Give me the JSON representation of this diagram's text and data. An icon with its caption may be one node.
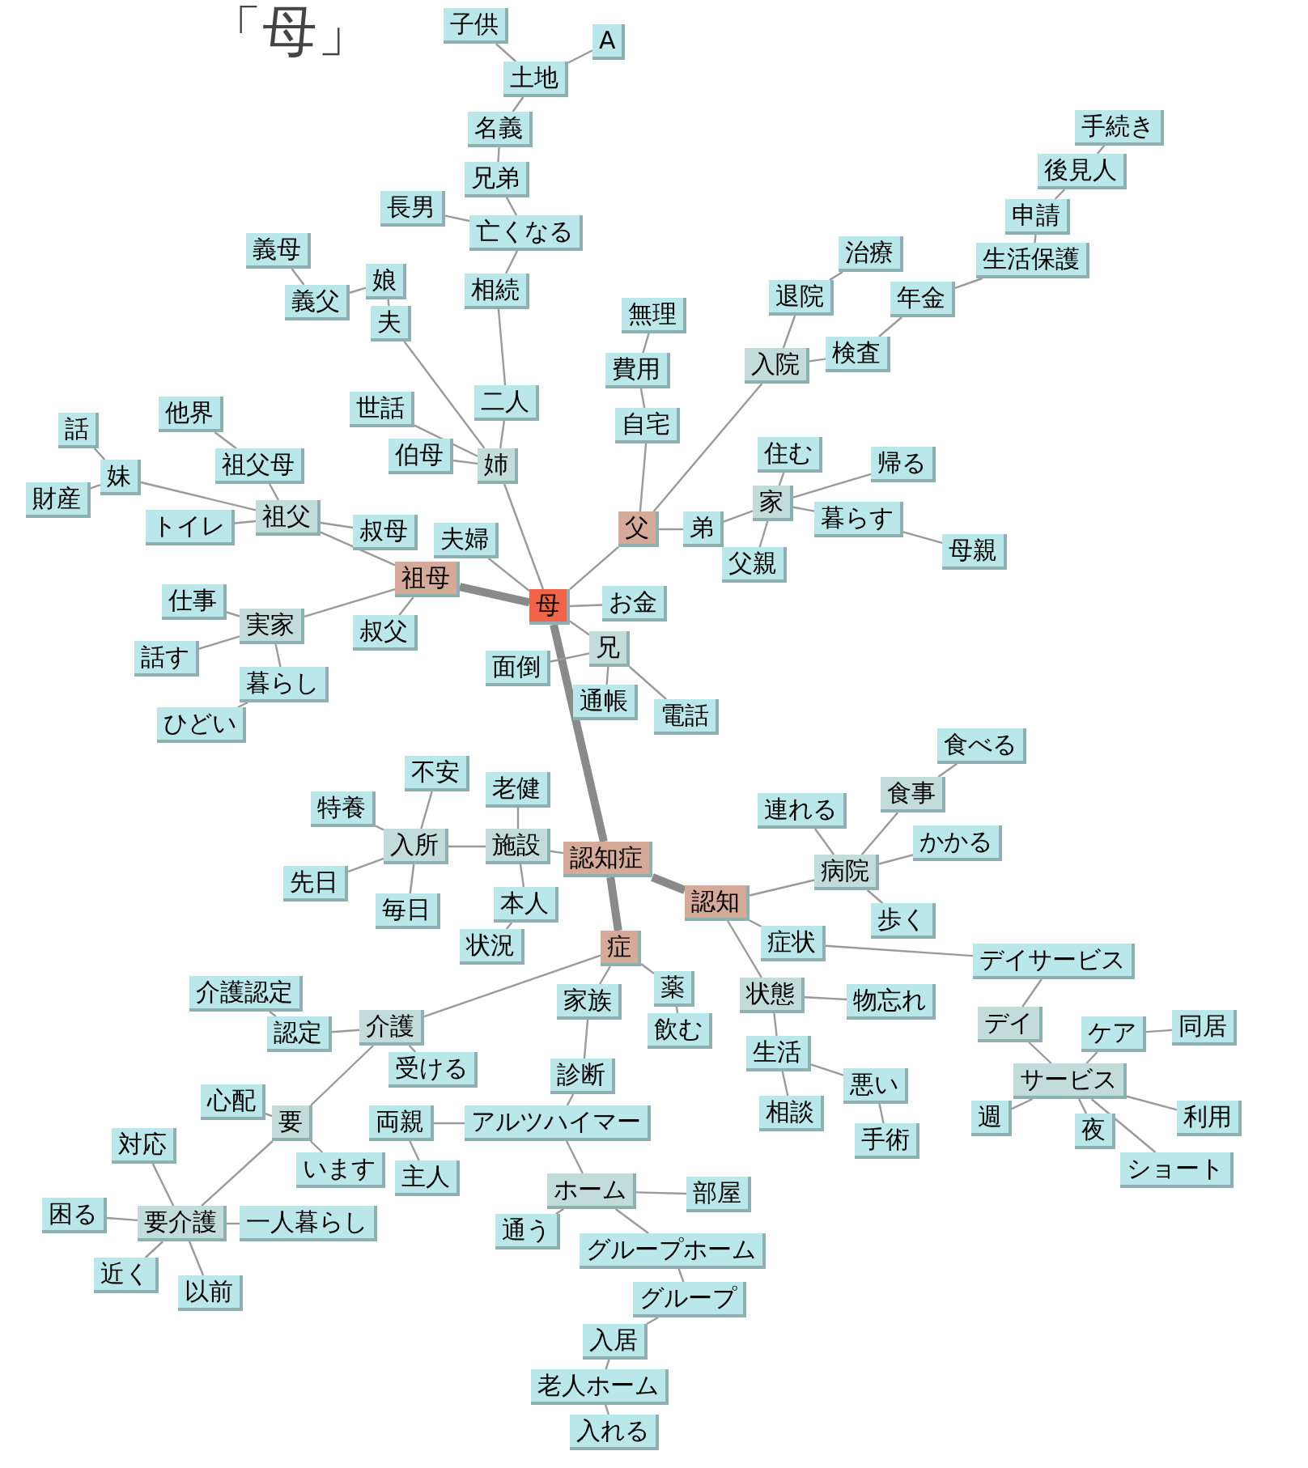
{
  "diagram": {
    "title": "「母」",
    "nodes": [
      {
        "text": [
          "子供"
        ]
      },
      {
        "text": [
          "A"
        ]
      },
      {
        "text": [
          "土地"
        ]
      },
      {
        "text": [
          "名義"
        ]
      },
      {
        "text": [
          "兄弟"
        ]
      },
      {
        "text": [
          "長男"
        ]
      },
      {
        "text": [
          "亡くなる"
        ]
      },
      {
        "text": [
          "義母"
        ]
      },
      {
        "text": [
          "義父"
        ]
      },
      {
        "text": [
          "娘"
        ]
      },
      {
        "text": [
          "夫"
        ]
      },
      {
        "text": [
          "相続"
        ]
      },
      {
        "text": [
          "二人"
        ]
      },
      {
        "text": [
          "世話"
        ]
      },
      {
        "text": [
          "伯母"
        ]
      },
      {
        "text": [
          "姉"
        ]
      },
      {
        "text": [
          "他界"
        ]
      },
      {
        "text": [
          "話"
        ]
      },
      {
        "text": [
          "妹"
        ]
      },
      {
        "text": [
          "財産"
        ]
      },
      {
        "text": [
          "祖父母"
        ]
      },
      {
        "text": [
          "トイレ"
        ]
      },
      {
        "text": [
          "祖父"
        ]
      },
      {
        "text": [
          "叔母"
        ]
      },
      {
        "text": [
          "無理"
        ]
      },
      {
        "text": [
          "費用"
        ]
      },
      {
        "text": [
          "自宅"
        ]
      },
      {
        "text": [
          "入院"
        ]
      },
      {
        "text": [
          "退院"
        ]
      },
      {
        "text": [
          "治療"
        ]
      },
      {
        "text": [
          "検査"
        ]
      },
      {
        "text": [
          "年金"
        ]
      },
      {
        "text": [
          "生活保護"
        ]
      },
      {
        "text": [
          "申請"
        ]
      },
      {
        "text": [
          "後見人"
        ]
      },
      {
        "text": [
          "手続き"
        ]
      },
      {
        "text": [
          "住む"
        ]
      },
      {
        "text": [
          "帰る"
        ]
      },
      {
        "text": [
          "家"
        ]
      },
      {
        "text": [
          "弟"
        ]
      },
      {
        "text": [
          "暮らす"
        ]
      },
      {
        "text": [
          "母親"
        ]
      },
      {
        "text": [
          "父親"
        ]
      },
      {
        "text": [
          "父"
        ]
      },
      {
        "text": [
          "夫婦"
        ]
      },
      {
        "text": [
          "祖母"
        ]
      },
      {
        "text": [
          "母"
        ]
      },
      {
        "text": [
          "お金"
        ]
      },
      {
        "text": [
          "仕事"
        ]
      },
      {
        "text": [
          "実家"
        ]
      },
      {
        "text": [
          "叔父"
        ]
      },
      {
        "text": [
          "話す"
        ]
      },
      {
        "text": [
          "暮らし"
        ]
      },
      {
        "text": [
          "ひどい"
        ]
      },
      {
        "text": [
          "面倒"
        ]
      },
      {
        "text": [
          "兄"
        ]
      },
      {
        "text": [
          "通帳"
        ]
      },
      {
        "text": [
          "電話"
        ]
      },
      {
        "text": [
          "不安"
        ]
      },
      {
        "text": [
          "特養"
        ]
      },
      {
        "text": [
          "老健"
        ]
      },
      {
        "text": [
          "入所"
        ]
      },
      {
        "text": [
          "施設"
        ]
      },
      {
        "text": [
          "認知症"
        ]
      },
      {
        "text": [
          "先日"
        ]
      },
      {
        "text": [
          "毎日"
        ]
      },
      {
        "text": [
          "本人"
        ]
      },
      {
        "text": [
          "状況"
        ]
      },
      {
        "text": [
          "症"
        ]
      },
      {
        "text": [
          "認知"
        ]
      },
      {
        "text": [
          "食べる"
        ]
      },
      {
        "text": [
          "連れる"
        ]
      },
      {
        "text": [
          "食事"
        ]
      },
      {
        "text": [
          "かかる"
        ]
      },
      {
        "text": [
          "病院"
        ]
      },
      {
        "text": [
          "歩く"
        ]
      },
      {
        "text": [
          "症状"
        ]
      },
      {
        "text": [
          "デイサービス"
        ]
      },
      {
        "text": [
          "介護認定"
        ]
      },
      {
        "text": [
          "認定"
        ]
      },
      {
        "text": [
          "介護"
        ]
      },
      {
        "text": [
          "受ける"
        ]
      },
      {
        "text": [
          "家族"
        ]
      },
      {
        "text": [
          "薬"
        ]
      },
      {
        "text": [
          "飲む"
        ]
      },
      {
        "text": [
          "状態"
        ]
      },
      {
        "text": [
          "物忘れ"
        ]
      },
      {
        "text": [
          "デイ"
        ]
      },
      {
        "text": [
          "ケア"
        ]
      },
      {
        "text": [
          "同居"
        ]
      },
      {
        "text": [
          "診断"
        ]
      },
      {
        "text": [
          "生活"
        ]
      },
      {
        "text": [
          "悪い"
        ]
      },
      {
        "text": [
          "サービス"
        ]
      },
      {
        "text": [
          "週"
        ]
      },
      {
        "text": [
          "夜"
        ]
      },
      {
        "text": [
          "利用"
        ]
      },
      {
        "text": [
          "ショート"
        ]
      },
      {
        "text": [
          "心配"
        ]
      },
      {
        "text": [
          "要"
        ]
      },
      {
        "text": [
          "両親"
        ]
      },
      {
        "text": [
          "アルツハイマー"
        ]
      },
      {
        "text": [
          "相談"
        ]
      },
      {
        "text": [
          "手術"
        ]
      },
      {
        "text": [
          "対応"
        ]
      },
      {
        "text": [
          "います"
        ]
      },
      {
        "text": [
          "主人"
        ]
      },
      {
        "text": [
          "ホーム"
        ]
      },
      {
        "text": [
          "部屋"
        ]
      },
      {
        "text": [
          "困る"
        ]
      },
      {
        "text": [
          "要介護"
        ]
      },
      {
        "text": [
          "一人暮らし"
        ]
      },
      {
        "text": [
          "通う"
        ]
      },
      {
        "text": [
          "グループホーム"
        ]
      },
      {
        "text": [
          "近く"
        ]
      },
      {
        "text": [
          "以前"
        ]
      },
      {
        "text": [
          "グループ"
        ]
      },
      {
        "text": [
          "入居"
        ]
      },
      {
        "text": [
          "老人ホーム"
        ]
      },
      {
        "text": [
          "入れる"
        ]
      }
    ],
    "edges": [
      {
        "from": 46,
        "to": 45,
        "arrow": "none",
        "style": "thick"
      },
      {
        "from": 46,
        "to": 63,
        "arrow": "none",
        "style": "thick"
      },
      {
        "from": 63,
        "to": 68,
        "arrow": "none",
        "style": "thick"
      },
      {
        "from": 63,
        "to": 69,
        "arrow": "none",
        "style": "thick"
      },
      {
        "from": 46,
        "to": 43,
        "arrow": "none"
      },
      {
        "from": 46,
        "to": 15,
        "arrow": "none"
      },
      {
        "from": 46,
        "to": 44,
        "arrow": "none"
      },
      {
        "from": 46,
        "to": 47,
        "arrow": "none"
      },
      {
        "from": 46,
        "to": 55,
        "arrow": "none"
      },
      {
        "from": 55,
        "to": 56,
        "arrow": "none"
      },
      {
        "from": 55,
        "to": 54,
        "arrow": "none"
      },
      {
        "from": 55,
        "to": 57,
        "arrow": "none"
      },
      {
        "from": 15,
        "to": 12,
        "arrow": "none"
      },
      {
        "from": 12,
        "to": 11,
        "arrow": "none"
      },
      {
        "from": 15,
        "to": 10,
        "arrow": "none"
      },
      {
        "from": 15,
        "to": 14,
        "arrow": "none"
      },
      {
        "from": 15,
        "to": 13,
        "arrow": "none"
      },
      {
        "from": 10,
        "to": 9,
        "arrow": "none"
      },
      {
        "from": 9,
        "to": 8,
        "arrow": "none"
      },
      {
        "from": 8,
        "to": 7,
        "arrow": "none"
      },
      {
        "from": 11,
        "to": 6,
        "arrow": "none"
      },
      {
        "from": 6,
        "to": 5,
        "arrow": "none"
      },
      {
        "from": 6,
        "to": 4,
        "arrow": "none"
      },
      {
        "from": 4,
        "to": 3,
        "arrow": "none"
      },
      {
        "from": 3,
        "to": 2,
        "arrow": "none"
      },
      {
        "from": 2,
        "to": 0,
        "arrow": "none"
      },
      {
        "from": 2,
        "to": 1,
        "arrow": "none"
      },
      {
        "from": 45,
        "to": 22,
        "arrow": "none"
      },
      {
        "from": 22,
        "to": 18,
        "arrow": "none"
      },
      {
        "from": 22,
        "to": 21,
        "arrow": "none"
      },
      {
        "from": 22,
        "to": 20,
        "arrow": "none"
      },
      {
        "from": 22,
        "to": 23,
        "arrow": "none"
      },
      {
        "from": 20,
        "to": 16,
        "arrow": "none"
      },
      {
        "from": 18,
        "to": 17,
        "arrow": "none"
      },
      {
        "from": 18,
        "to": 19,
        "arrow": "none"
      },
      {
        "from": 45,
        "to": 49,
        "arrow": "none"
      },
      {
        "from": 45,
        "to": 50,
        "arrow": "none"
      },
      {
        "from": 49,
        "to": 51,
        "arrow": "none"
      },
      {
        "from": 49,
        "to": 48,
        "arrow": "none"
      },
      {
        "from": 49,
        "to": 52,
        "arrow": "none"
      },
      {
        "from": 52,
        "to": 53,
        "arrow": "none"
      },
      {
        "from": 43,
        "to": 27,
        "arrow": "none"
      },
      {
        "from": 27,
        "to": 28,
        "arrow": "none"
      },
      {
        "from": 27,
        "to": 30,
        "arrow": "none"
      },
      {
        "from": 28,
        "to": 29,
        "arrow": "none"
      },
      {
        "from": 30,
        "to": 31,
        "arrow": "none"
      },
      {
        "from": 31,
        "to": 32,
        "arrow": "none"
      },
      {
        "from": 32,
        "to": 33,
        "arrow": "none"
      },
      {
        "from": 33,
        "to": 34,
        "arrow": "none"
      },
      {
        "from": 34,
        "to": 35,
        "arrow": "none"
      },
      {
        "from": 43,
        "to": 26,
        "arrow": "none"
      },
      {
        "from": 26,
        "to": 25,
        "arrow": "none"
      },
      {
        "from": 25,
        "to": 24,
        "arrow": "none"
      },
      {
        "from": 43,
        "to": 39,
        "arrow": "none"
      },
      {
        "from": 39,
        "to": 38,
        "arrow": "none"
      },
      {
        "from": 38,
        "to": 36,
        "arrow": "none"
      },
      {
        "from": 38,
        "to": 40,
        "arrow": "none"
      },
      {
        "from": 38,
        "to": 37,
        "arrow": "none"
      },
      {
        "from": 40,
        "to": 41,
        "arrow": "none"
      },
      {
        "from": 38,
        "to": 42,
        "arrow": "none"
      },
      {
        "from": 63,
        "to": 62,
        "arrow": "none"
      },
      {
        "from": 62,
        "to": 61,
        "arrow": "none"
      },
      {
        "from": 61,
        "to": 58,
        "arrow": "none"
      },
      {
        "from": 61,
        "to": 65,
        "arrow": "none"
      },
      {
        "from": 61,
        "to": 59,
        "arrow": "none"
      },
      {
        "from": 61,
        "to": 64,
        "arrow": "none"
      },
      {
        "from": 62,
        "to": 66,
        "arrow": "none"
      },
      {
        "from": 62,
        "to": 60,
        "arrow": "none"
      },
      {
        "from": 66,
        "to": 67,
        "arrow": "none"
      },
      {
        "from": 68,
        "to": 80,
        "arrow": "none"
      },
      {
        "from": 80,
        "to": 79,
        "arrow": "none"
      },
      {
        "from": 79,
        "to": 78,
        "arrow": "none"
      },
      {
        "from": 80,
        "to": 81,
        "arrow": "none"
      },
      {
        "from": 80,
        "to": 99,
        "arrow": "none"
      },
      {
        "from": 99,
        "to": 98,
        "arrow": "none"
      },
      {
        "from": 99,
        "to": 105,
        "arrow": "none"
      },
      {
        "from": 99,
        "to": 110,
        "arrow": "none"
      },
      {
        "from": 110,
        "to": 104,
        "arrow": "none"
      },
      {
        "from": 110,
        "to": 109,
        "arrow": "none"
      },
      {
        "from": 110,
        "to": 114,
        "arrow": "none"
      },
      {
        "from": 110,
        "to": 115,
        "arrow": "none"
      },
      {
        "from": 110,
        "to": 111,
        "arrow": "none"
      },
      {
        "from": 68,
        "to": 82,
        "arrow": "none"
      },
      {
        "from": 82,
        "to": 90,
        "arrow": "none"
      },
      {
        "from": 68,
        "to": 83,
        "arrow": "none"
      },
      {
        "from": 83,
        "to": 84,
        "arrow": "none"
      },
      {
        "from": 101,
        "to": 100,
        "arrow": "none"
      },
      {
        "from": 100,
        "to": 106,
        "arrow": "none"
      },
      {
        "from": 90,
        "to": 101,
        "arrow": "none"
      },
      {
        "from": 101,
        "to": 107,
        "arrow": "none"
      },
      {
        "from": 107,
        "to": 108,
        "arrow": "none"
      },
      {
        "from": 107,
        "to": 113,
        "arrow": "none"
      },
      {
        "from": 107,
        "to": 112,
        "arrow": "none"
      },
      {
        "from": 113,
        "to": 116,
        "arrow": "none"
      },
      {
        "from": 116,
        "to": 117,
        "arrow": "none"
      },
      {
        "from": 117,
        "to": 118,
        "arrow": "none"
      },
      {
        "from": 118,
        "to": 119,
        "arrow": "none"
      },
      {
        "from": 69,
        "to": 74,
        "arrow": "none"
      },
      {
        "from": 74,
        "to": 72,
        "arrow": "none"
      },
      {
        "from": 72,
        "to": 70,
        "arrow": "none"
      },
      {
        "from": 74,
        "to": 71,
        "arrow": "none"
      },
      {
        "from": 74,
        "to": 73,
        "arrow": "none"
      },
      {
        "from": 74,
        "to": 75,
        "arrow": "none"
      },
      {
        "from": 69,
        "to": 76,
        "arrow": "none"
      },
      {
        "from": 76,
        "to": 77,
        "arrow": "none"
      },
      {
        "from": 69,
        "to": 85,
        "arrow": "none"
      },
      {
        "from": 85,
        "to": 91,
        "arrow": "none"
      },
      {
        "from": 91,
        "to": 92,
        "arrow": "none"
      },
      {
        "from": 91,
        "to": 102,
        "arrow": "none"
      },
      {
        "from": 85,
        "to": 86,
        "arrow": "none"
      },
      {
        "from": 92,
        "to": 103,
        "arrow": "none"
      },
      {
        "from": 77,
        "to": 87,
        "arrow": "none"
      },
      {
        "from": 87,
        "to": 93,
        "arrow": "none"
      },
      {
        "from": 93,
        "to": 88,
        "arrow": "none"
      },
      {
        "from": 88,
        "to": 89,
        "arrow": "none"
      },
      {
        "from": 93,
        "to": 94,
        "arrow": "none"
      },
      {
        "from": 93,
        "to": 95,
        "arrow": "none"
      },
      {
        "from": 93,
        "to": 96,
        "arrow": "none"
      },
      {
        "from": 93,
        "to": 97,
        "arrow": "none"
      }
    ]
  }
}
